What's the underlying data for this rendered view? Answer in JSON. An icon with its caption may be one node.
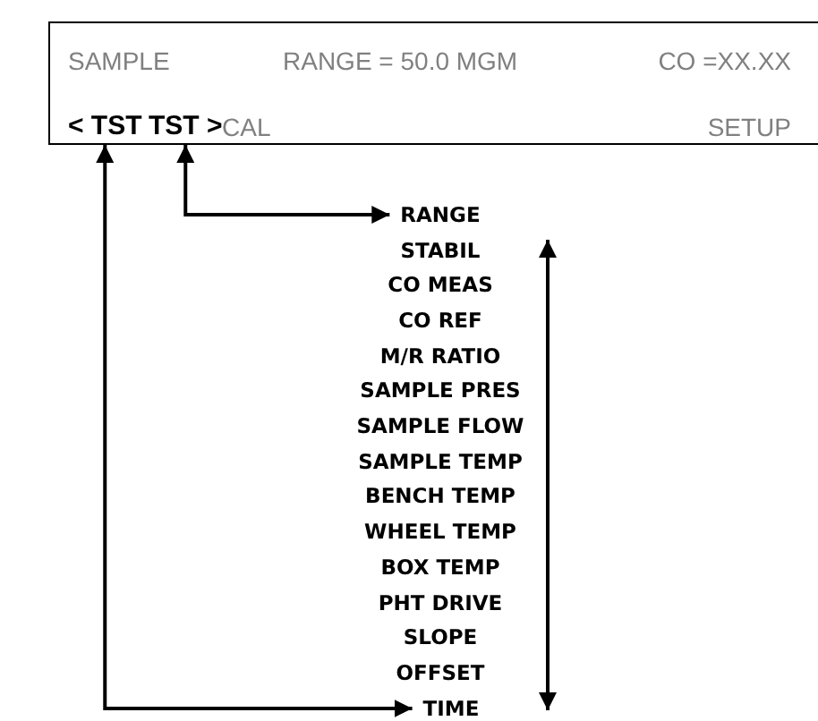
{
  "diagram": {
    "nodes": [
      {
        "text": [
          "SAMPLE",
          "RANGE = 50.0 MGM",
          "CO =XX.XX",
          "CAL",
          "SETUP"
        ]
      },
      {
        "text": [
          "< TST"
        ],
        "in": 0
      },
      {
        "text": [
          "TST >"
        ],
        "in": 0
      },
      {
        "text": [
          "RANGE"
        ]
      },
      {
        "text": [
          "TIME"
        ]
      }
    ],
    "edges": [
      {
        "from": 2,
        "to": 3,
        "arrow": "both"
      },
      {
        "from": 1,
        "to": 4,
        "arrow": "both"
      }
    ],
    "labels": [
      "STABIL",
      "CO MEAS",
      "CO REF",
      "M/R RATIO",
      "SAMPLE PRES",
      "SAMPLE FLOW",
      "SAMPLE TEMP",
      "BENCH TEMP",
      "WHEEL TEMP",
      "BOX TEMP",
      "PHT DRIVE",
      "SLOPE",
      "OFFSET"
    ]
  }
}
